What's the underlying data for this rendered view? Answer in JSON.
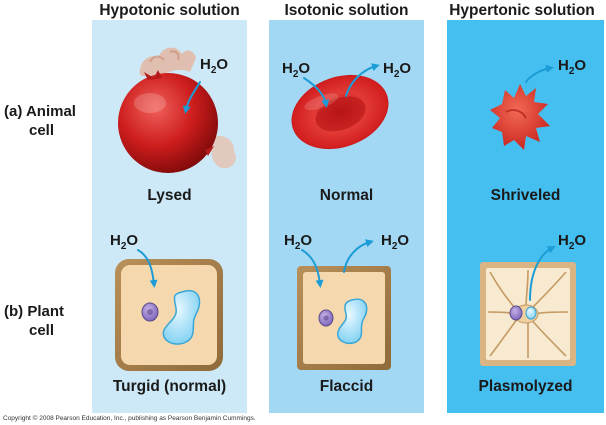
{
  "columns": [
    {
      "header": "Hypotonic solution",
      "bg": "#cde9f7"
    },
    {
      "header": "Isotonic solution",
      "bg": "#a3d8f4"
    },
    {
      "header": "Hypertonic solution",
      "bg": "#45bff0"
    }
  ],
  "rows": {
    "animal": {
      "label_line1": "(a) Animal",
      "label_line2": "cell"
    },
    "plant": {
      "label_line1": "(b) Plant",
      "label_line2": "cell"
    }
  },
  "captions": {
    "animal": [
      "Lysed",
      "Normal",
      "Shriveled"
    ],
    "plant": [
      "Turgid (normal)",
      "Flaccid",
      "Plasmolyzed"
    ]
  },
  "water": {
    "symbol": "H",
    "subscript": "2",
    "suffix": "O"
  },
  "arrow_color": "#1b9cd6",
  "copyright": "Copyright © 2008 Pearson Education, Inc., publishing as Pearson Benjamin Cummings."
}
